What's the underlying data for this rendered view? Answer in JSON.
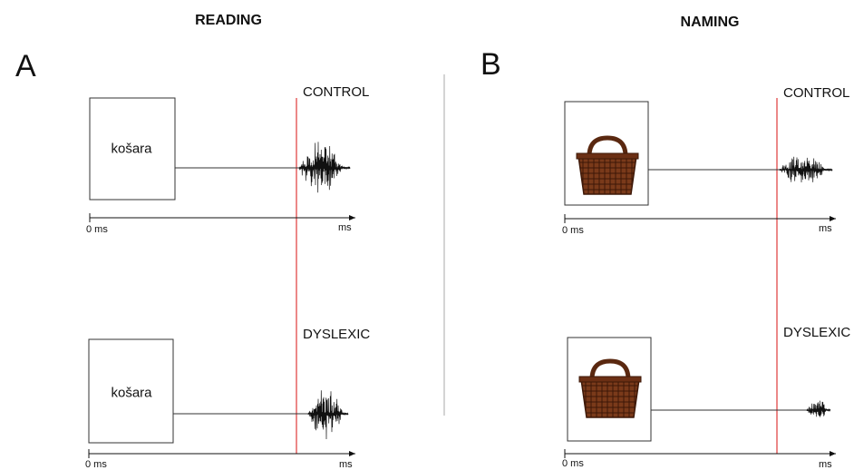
{
  "headings": {
    "reading": "READING",
    "naming": "NAMING"
  },
  "panels": [
    {
      "letter": "A",
      "stimulus_word": "košara",
      "icon": "basket-icon"
    },
    {
      "letter": "B",
      "stimulus_word": "",
      "icon": "basket-icon"
    }
  ],
  "groups": {
    "control": "CONTROL",
    "dyslexic": "DYSLEXIC"
  },
  "axis": {
    "start": "0 ms",
    "end": "ms"
  },
  "colors": {
    "onset_line": "#e03a3a",
    "ink": "#111111",
    "basket": "#6b2f14"
  }
}
